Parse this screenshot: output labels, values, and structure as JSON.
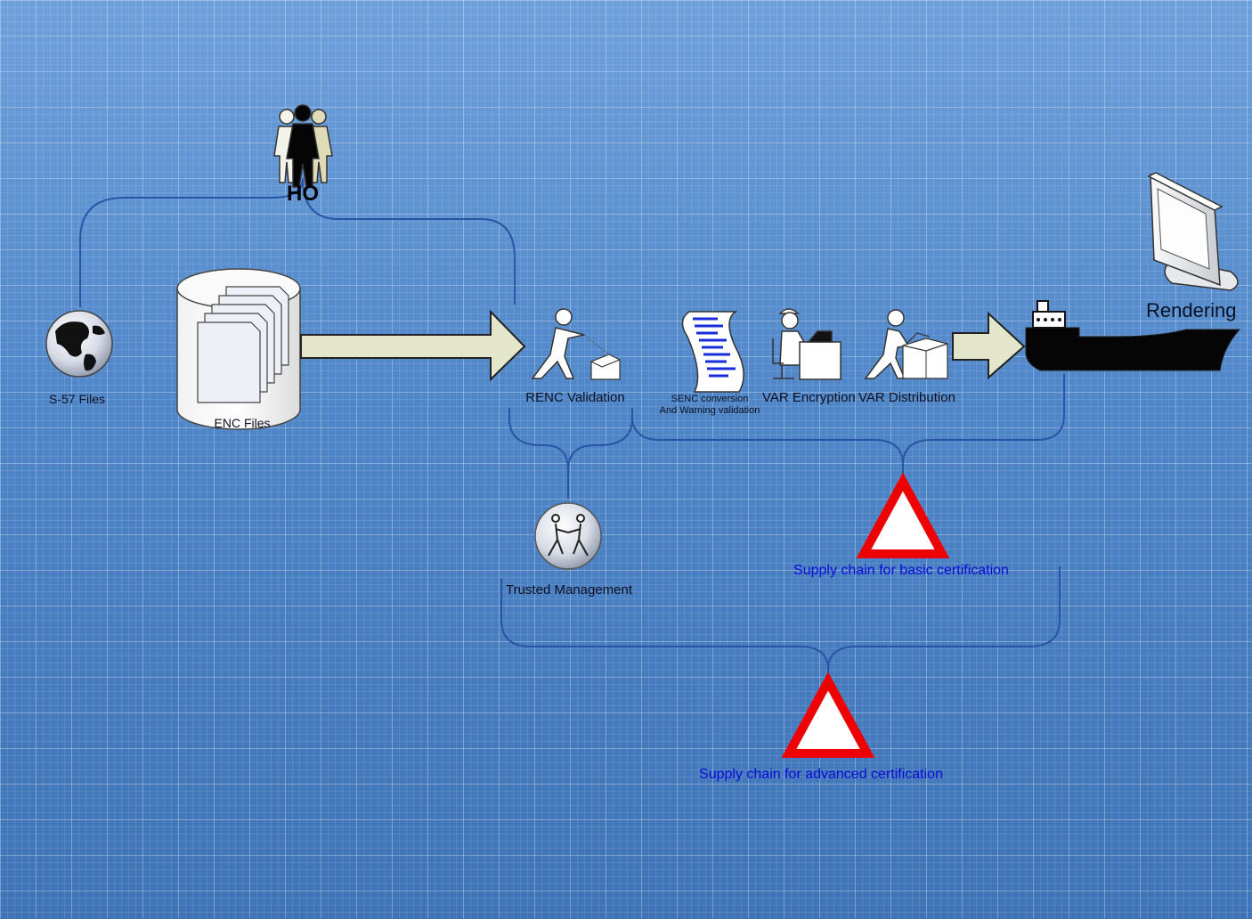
{
  "labels": {
    "ho": "HO",
    "s57_files": "S-57 Files",
    "enc_files": "ENC Files",
    "renc_validation": "RENC Validation",
    "senc_line1": "SENC conversion",
    "senc_line2": "And Warning validation",
    "var_encryption": "VAR Encryption",
    "var_distribution": "VAR Distribution",
    "rendering": "Rendering",
    "trusted_management": "Trusted Management",
    "basic_certification": "Supply chain for basic certification",
    "advanced_certification": "Supply chain for advanced certification"
  },
  "icons": [
    "globe-icon",
    "people-icon",
    "database-icon",
    "person-box-icon",
    "scroll-document-icon",
    "operator-computer-icon",
    "person-box-icon",
    "ship-icon",
    "monitor-icon",
    "trusted-globe-icon",
    "warning-triangle-icon"
  ],
  "colors": {
    "connector": "#2a55a6",
    "arrow_fill": "#e4e6cc",
    "warning": "#ee0000",
    "caption_blue": "#0b0bd8"
  }
}
